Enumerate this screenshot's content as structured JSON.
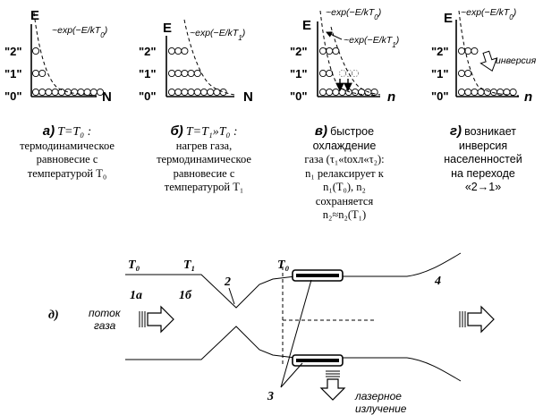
{
  "panels": [
    {
      "id": "a",
      "axis_label": "E",
      "x_label": "N",
      "exp_label": "~exp(−E/kT",
      "exp_sub": "0",
      "levels": [
        "\"2\"",
        "\"1\"",
        "\"0\""
      ],
      "populations": [
        1,
        2,
        11
      ],
      "caption_letter": "а)",
      "caption_head": "T=T₀ :",
      "caption_lines": [
        "термодинамическое",
        "равновесие с",
        "температурой  T₀"
      ]
    },
    {
      "id": "b",
      "axis_label": "E",
      "x_label": "N",
      "exp_label": "~exp(−E/kT",
      "exp_sub": "1",
      "levels": [
        "\"2\"",
        "\"1\"",
        "\"0\""
      ],
      "populations": [
        3,
        5,
        9
      ],
      "caption_letter": "б)",
      "caption_head": "T=T₁»T₀ :",
      "caption_lines": [
        "нагрев газа,",
        "термодинамическое",
        "равновесие с",
        "температурой  T₁"
      ]
    },
    {
      "id": "v",
      "axis_label": "E",
      "x_label": "n",
      "exp_label": "~exp(−E/kT",
      "exp_sub": "0",
      "exp_label2": "~exp(−E/kT",
      "exp_sub2": "1",
      "levels": [
        "\"2\"",
        "\"1\"",
        "\"0\""
      ],
      "populations": [
        3,
        2,
        9
      ],
      "caption_letter": "в)",
      "caption_head": "быстрое",
      "caption_lines": [
        "охлаждение",
        "газа (τ₁«tохл«τ₂):",
        "n₁ релаксирует к",
        "n₁(T₀), n₂",
        "сохраняется",
        "n₂≈n₂(T₁)"
      ]
    },
    {
      "id": "g",
      "axis_label": "E",
      "x_label": "n",
      "exp_label": "~exp(−E/kT",
      "exp_sub": "0",
      "inversion_label": "инверсия",
      "levels": [
        "\"2\"",
        "\"1\"",
        "\"0\""
      ],
      "populations": [
        3,
        2,
        9
      ],
      "caption_letter": "г)",
      "caption_head": "возникает",
      "caption_lines": [
        "инверсия",
        "населенностей",
        "на переходе",
        "«2→1»"
      ]
    }
  ],
  "schematic": {
    "letter": "д)",
    "t0_left": "T₀",
    "t1": "T₁",
    "t0_right": "T₀",
    "label_1a": "1а",
    "label_1b": "1б",
    "label_2": "2",
    "label_3": "3",
    "label_4": "4",
    "gas_flow": [
      "поток",
      "газа"
    ],
    "laser_output": [
      "лазерное",
      "излучение"
    ]
  }
}
